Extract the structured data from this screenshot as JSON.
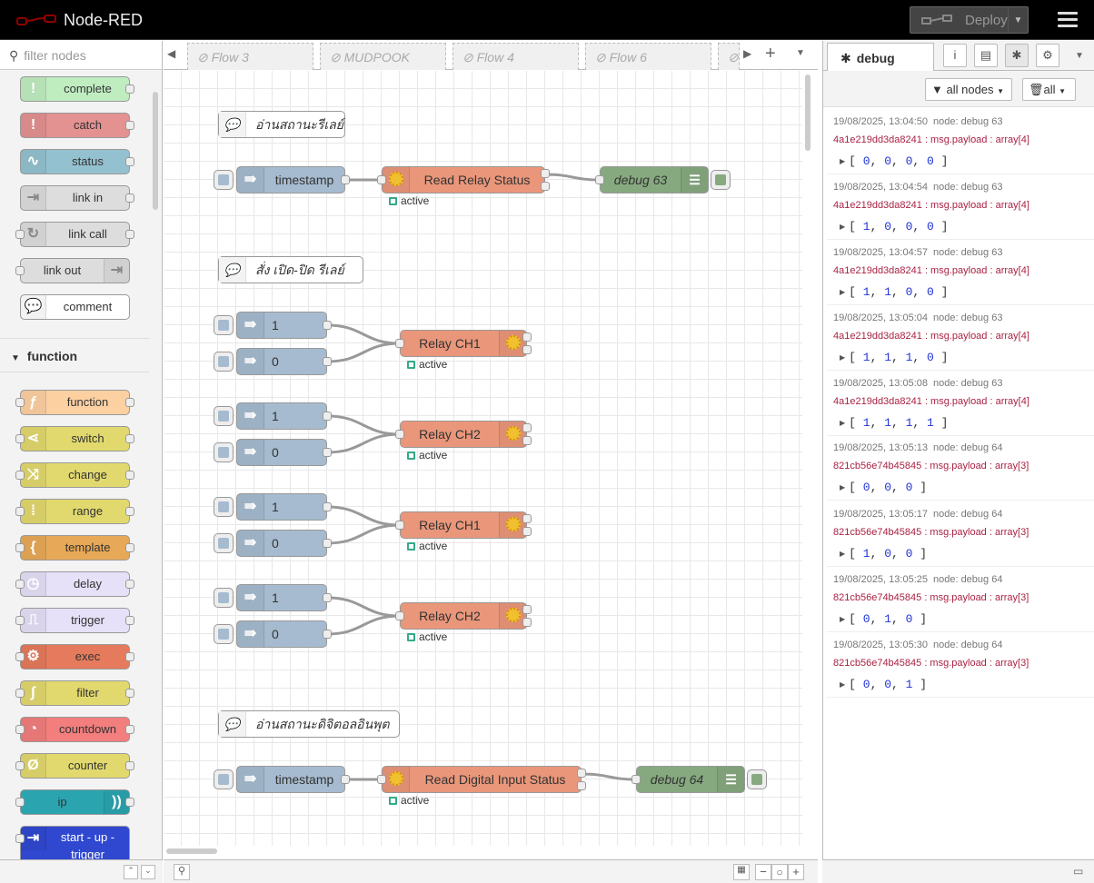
{
  "header": {
    "title": "Node-RED",
    "deploy_label": "Deploy"
  },
  "palette": {
    "search_placeholder": "filter nodes",
    "common_nodes": [
      {
        "label": "complete",
        "icon": "exclamation-icon",
        "color": "#c0edc0"
      },
      {
        "label": "catch",
        "icon": "exclamation-icon",
        "color": "#e49191"
      },
      {
        "label": "status",
        "icon": "pulse-icon",
        "color": "#94c1d0"
      },
      {
        "label": "link in",
        "icon": "link-in-icon",
        "color": "#dddddd"
      },
      {
        "label": "link call",
        "icon": "link-call-icon",
        "color": "#dddddd"
      },
      {
        "label": "link out",
        "icon": "link-out-icon",
        "color": "#dddddd"
      },
      {
        "label": "comment",
        "icon": "comment-icon",
        "color": "#ffffff"
      }
    ],
    "category": "function",
    "function_nodes": [
      {
        "label": "function",
        "icon": "function-icon",
        "color": "#fdd0a2"
      },
      {
        "label": "switch",
        "icon": "switch-icon",
        "color": "#e2d96e"
      },
      {
        "label": "change",
        "icon": "change-icon",
        "color": "#e2d96e"
      },
      {
        "label": "range",
        "icon": "range-icon",
        "color": "#e2d96e"
      },
      {
        "label": "template",
        "icon": "template-icon",
        "color": "#e7a957"
      },
      {
        "label": "delay",
        "icon": "delay-icon",
        "color": "#e6e0f8"
      },
      {
        "label": "trigger",
        "icon": "trigger-icon",
        "color": "#e6e0f8"
      },
      {
        "label": "exec",
        "icon": "gear-icon",
        "color": "#e57b5c"
      },
      {
        "label": "filter",
        "icon": "filter-icon",
        "color": "#e2d96e"
      },
      {
        "label": "countdown",
        "icon": "timer-icon",
        "color": "#f27e7e"
      },
      {
        "label": "counter",
        "icon": "counter-icon",
        "color": "#e2d96e"
      },
      {
        "label": "ip",
        "icon": "broadcast-icon",
        "color": "#2aa5b0"
      },
      {
        "label": "start - up - trigger",
        "icon": "arrow-icon",
        "color": "#3048d0"
      }
    ]
  },
  "tabs": [
    "Flow 3",
    "MUDPOOK",
    "Flow 4",
    "Flow 6"
  ],
  "flow": {
    "comments": [
      "อ่านสถานะรีเลย์",
      "สั่ง เปิด-ปิด รีเลย์",
      "อ่านสถานะดิจิตอลอินพุต"
    ],
    "inject_timestamp": "timestamp",
    "read_relay": "Read Relay Status",
    "debug63": "debug 63",
    "status_active": "active",
    "inject_one": "1",
    "inject_zero": "0",
    "relay_ch1": "Relay CH1",
    "relay_ch2": "Relay CH2",
    "read_digital": "Read Digital Input Status",
    "debug64": "debug 64"
  },
  "sidebar": {
    "tab_label": "debug",
    "filter_nodes": "all nodes",
    "clear_label": "all",
    "messages": [
      {
        "time": "19/08/2025, 13:04:50",
        "node": "node: debug 63",
        "path": "4a1e219dd3da8241 : msg.payload : array[4]",
        "values": [
          "0",
          "0",
          "0",
          "0"
        ]
      },
      {
        "time": "19/08/2025, 13:04:54",
        "node": "node: debug 63",
        "path": "4a1e219dd3da8241 : msg.payload : array[4]",
        "values": [
          "1",
          "0",
          "0",
          "0"
        ]
      },
      {
        "time": "19/08/2025, 13:04:57",
        "node": "node: debug 63",
        "path": "4a1e219dd3da8241 : msg.payload : array[4]",
        "values": [
          "1",
          "1",
          "0",
          "0"
        ]
      },
      {
        "time": "19/08/2025, 13:05:04",
        "node": "node: debug 63",
        "path": "4a1e219dd3da8241 : msg.payload : array[4]",
        "values": [
          "1",
          "1",
          "1",
          "0"
        ]
      },
      {
        "time": "19/08/2025, 13:05:08",
        "node": "node: debug 63",
        "path": "4a1e219dd3da8241 : msg.payload : array[4]",
        "values": [
          "1",
          "1",
          "1",
          "1"
        ]
      },
      {
        "time": "19/08/2025, 13:05:13",
        "node": "node: debug 64",
        "path": "821cb56e74b45845 : msg.payload : array[3]",
        "values": [
          "0",
          "0",
          "0"
        ]
      },
      {
        "time": "19/08/2025, 13:05:17",
        "node": "node: debug 64",
        "path": "821cb56e74b45845 : msg.payload : array[3]",
        "values": [
          "1",
          "0",
          "0"
        ]
      },
      {
        "time": "19/08/2025, 13:05:25",
        "node": "node: debug 64",
        "path": "821cb56e74b45845 : msg.payload : array[3]",
        "values": [
          "0",
          "1",
          "0"
        ]
      },
      {
        "time": "19/08/2025, 13:05:30",
        "node": "node: debug 64",
        "path": "821cb56e74b45845 : msg.payload : array[3]",
        "values": [
          "0",
          "0",
          "1"
        ]
      }
    ]
  },
  "colors": {
    "inject": "#a6bbcf",
    "modbus": "#e9967a",
    "debug": "#87a980",
    "status_green": "#3a8"
  }
}
